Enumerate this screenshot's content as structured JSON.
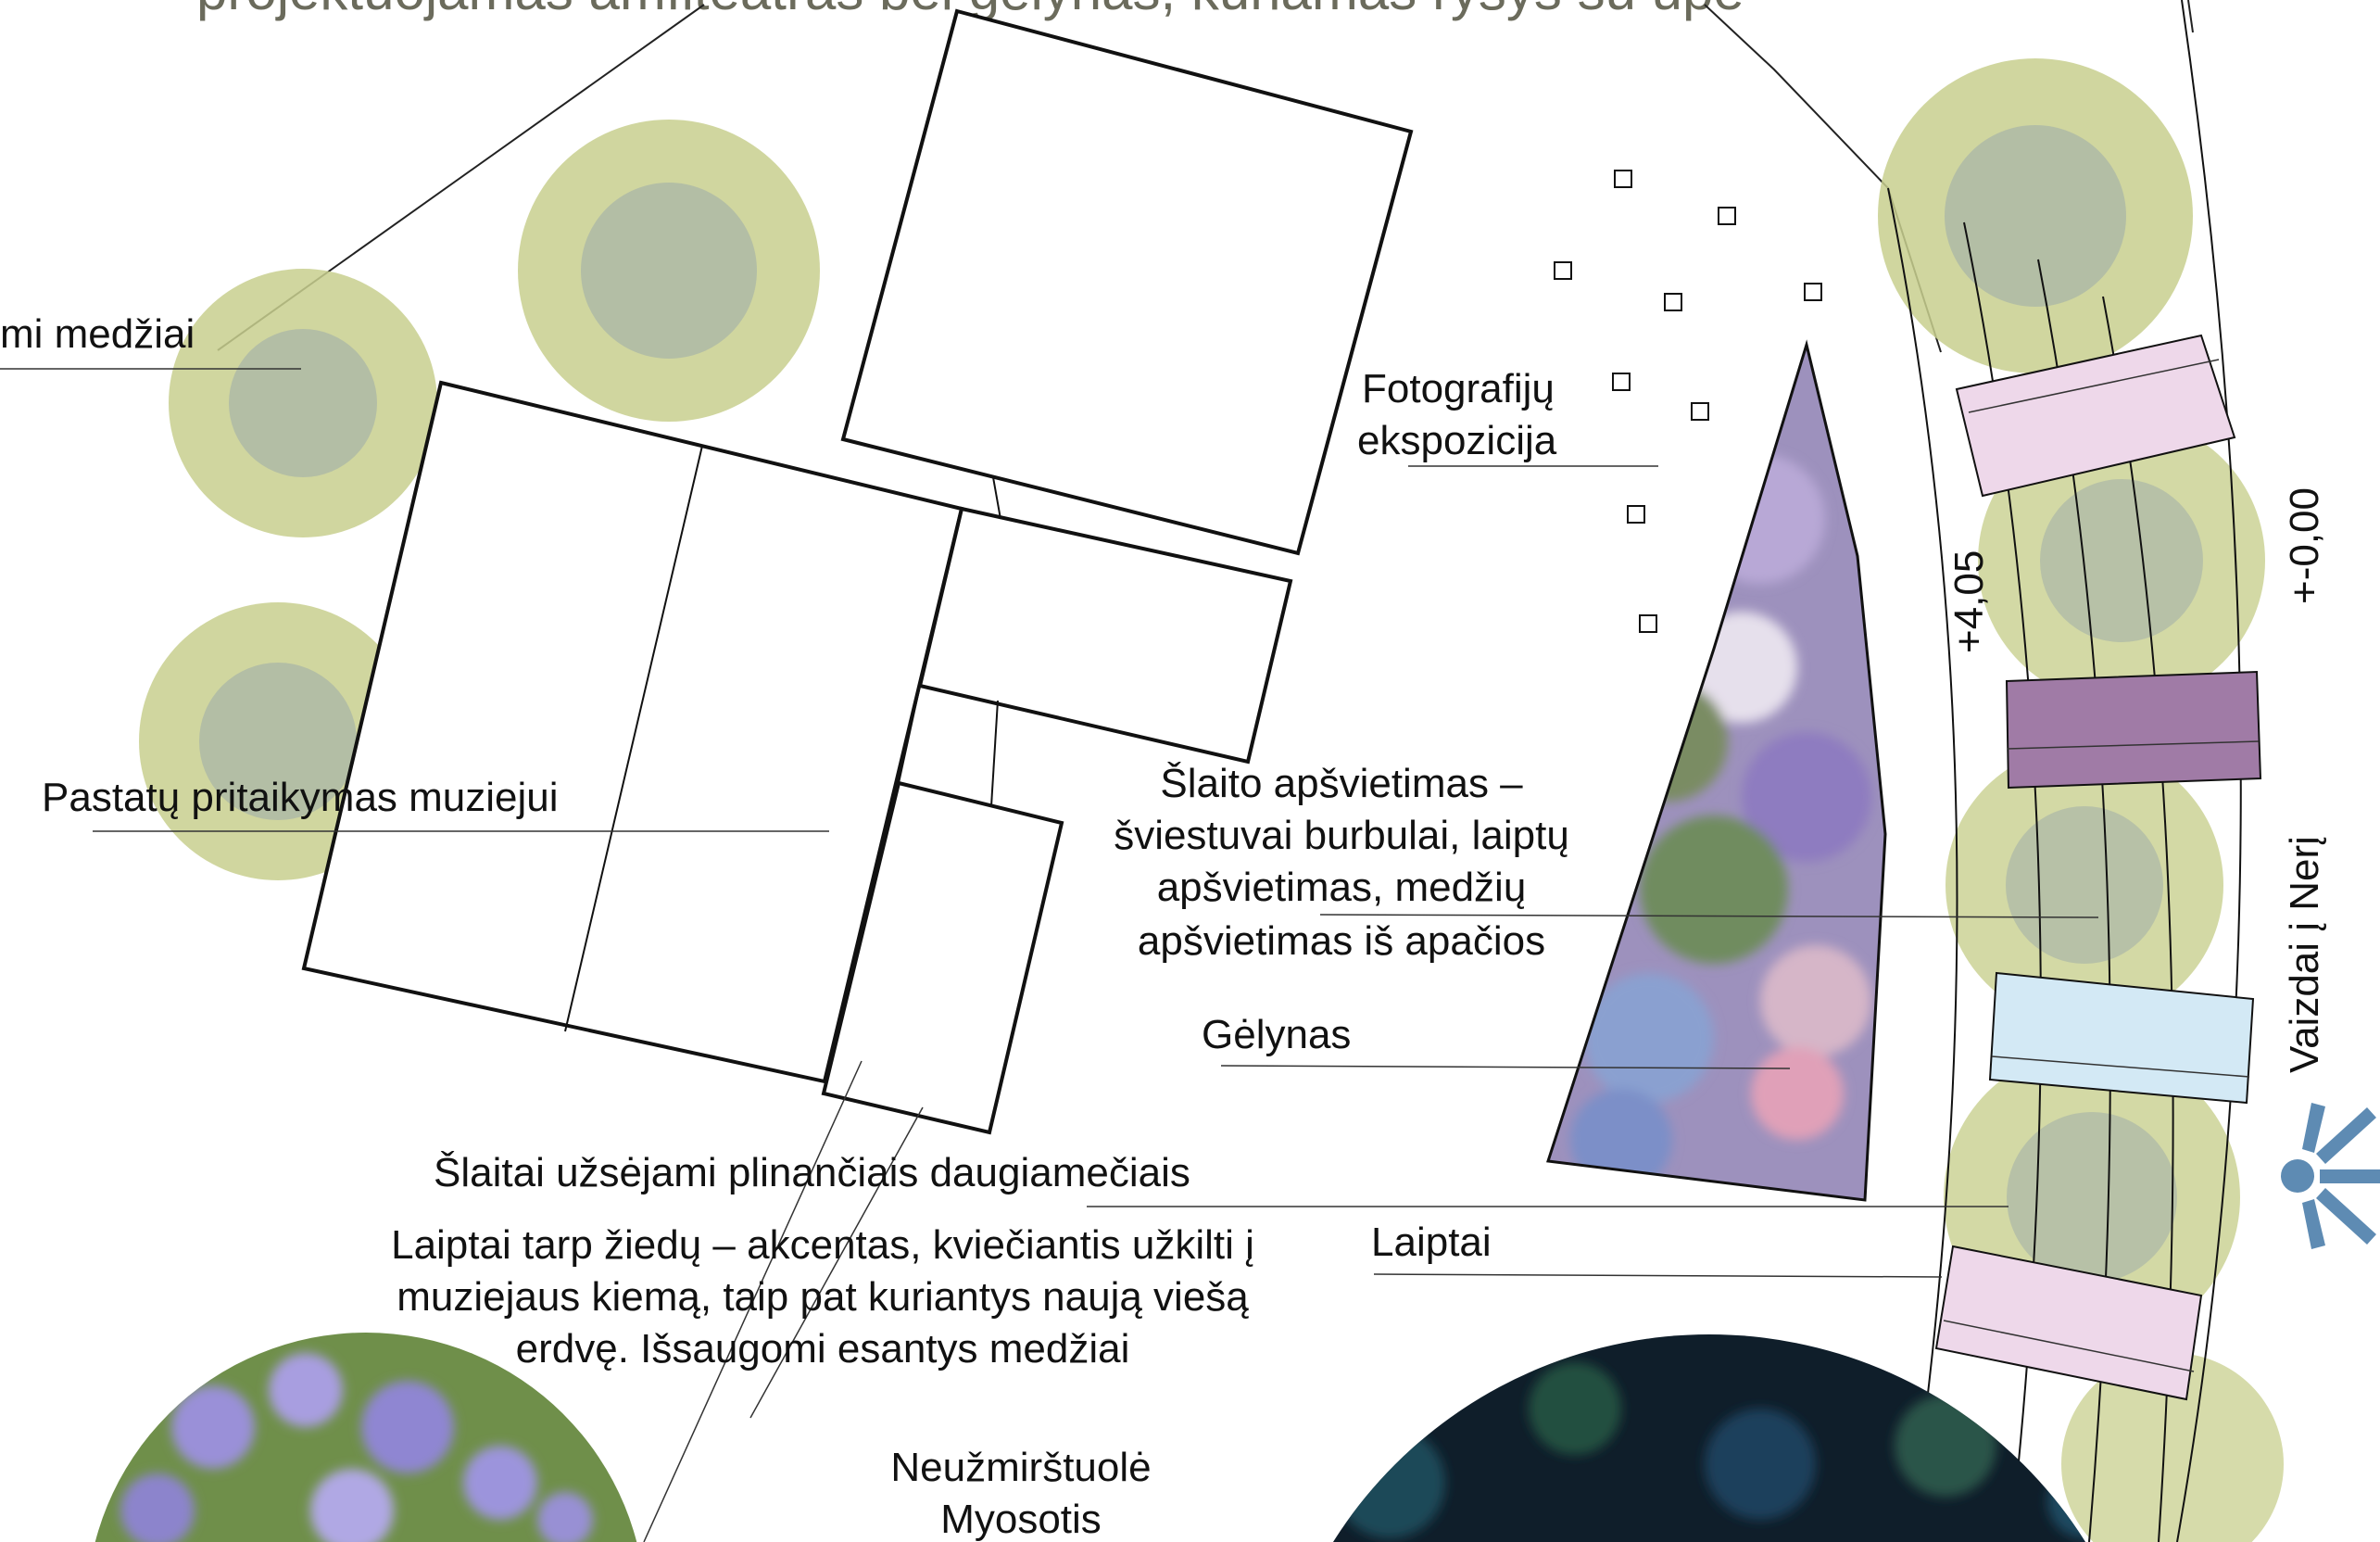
{
  "title": "projektuojamas amfiteatras bei gėlynas, kuriamas ryšys su upe",
  "labels": {
    "trees": "mi medžiai",
    "buildings": "Pastatų pritaikymas muziejui",
    "photo_line1": "Fotografijų",
    "photo_line2": "ekspozicija",
    "lighting_line1": "Šlaito apšvietimas –",
    "lighting_line2": "šviestuvai burbulai, laiptų",
    "lighting_line3": "apšvietimas, medžių",
    "lighting_line4": "apšvietimas iš apačios",
    "flowerbed": "Gėlynas",
    "slopes": "Šlaitai užsėjami plinančiais daugiamečiais",
    "stairs_desc_line1": "Laiptai tarp žiedų – akcentas, kviečiantis užkilti į",
    "stairs_desc_line2": "muziejaus kiemą, taip pat kuriantys naują viešą",
    "stairs_desc_line3": "erdvę. Išsaugomi esantys medžiai",
    "stairs": "Laiptai",
    "plant_name": "Neužmirštuolė",
    "plant_latin": "Myosotis",
    "level_top": "+4,05",
    "level_bottom": "+-0,00",
    "river_view": "Vaizdai į Nerį"
  },
  "colors": {
    "tree_fill": "#c8cf8e",
    "tree_center": "#a7b4a8",
    "stair_pink": "#eed8ea",
    "stair_purple": "#a07ba6",
    "stair_blue": "#d3e9f5",
    "flower_bg": "#9d91bd",
    "sun_icon": "#5e8bb3"
  }
}
